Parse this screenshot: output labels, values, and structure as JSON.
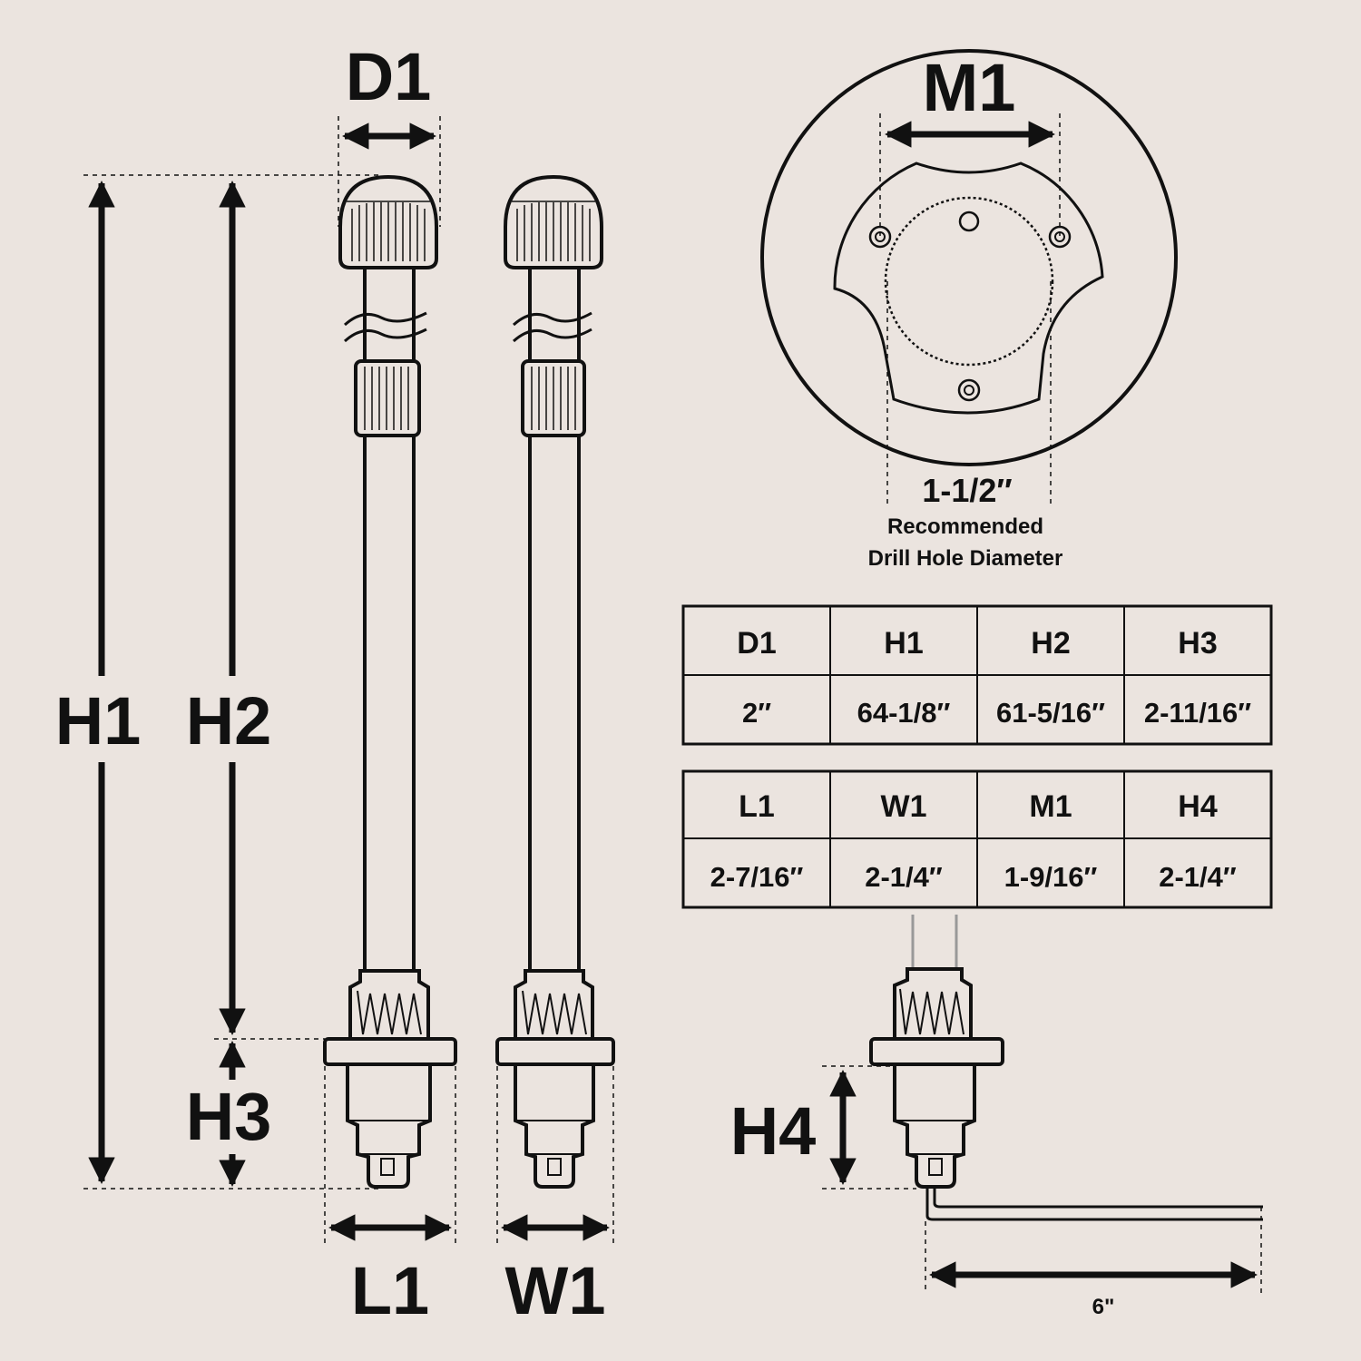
{
  "labels": {
    "d1": "D1",
    "m1": "M1",
    "h1": "H1",
    "h2": "H2",
    "h3": "H3",
    "h4": "H4",
    "l1": "L1",
    "w1": "W1",
    "six": "6\"",
    "drill_value": "1-1/2″",
    "drill_line1": "Recommended",
    "drill_line2": "Drill Hole Diameter"
  },
  "table1": {
    "headers": [
      "D1",
      "H1",
      "H2",
      "H3"
    ],
    "values": [
      "2″",
      "64-1/8″",
      "61-5/16″",
      "2-11/16″"
    ]
  },
  "table2": {
    "headers": [
      "L1",
      "W1",
      "M1",
      "H4"
    ],
    "values": [
      "2-7/16″",
      "2-1/4″",
      "1-9/16″",
      "2-1/4″"
    ]
  },
  "colors": {
    "background": "#ebe4df",
    "line": "#111111"
  }
}
